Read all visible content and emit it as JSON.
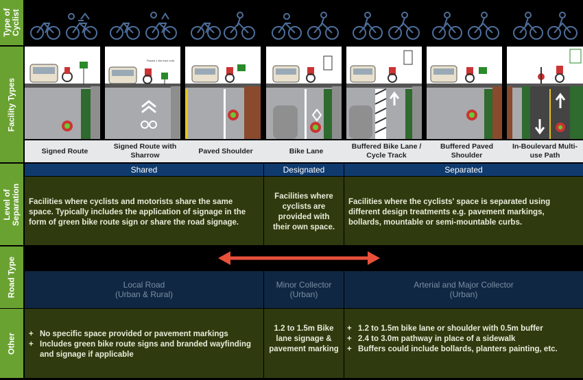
{
  "side_labels": {
    "cyclist": "Type of Cyclist",
    "facility": "Facility Types",
    "separation": "Level of Separation",
    "road": "Road Type",
    "other": "Other"
  },
  "facilities": [
    {
      "label": "Signed Route"
    },
    {
      "label": "Signed Route with Sharrow"
    },
    {
      "label": "Paved Shoulder"
    },
    {
      "label": "Bike Lane"
    },
    {
      "label": "Buffered Bike Lane / Cycle Track"
    },
    {
      "label": "Buffered Paved Shoulder"
    },
    {
      "label": "In-Boulevard Multi-use Path"
    }
  ],
  "separation": {
    "shared": {
      "title": "Shared",
      "text": "Facilities where cyclists and motorists share the same space. Typically includes the application of signage in the form of green bike route sign or share the road signage."
    },
    "designated": {
      "title": "Designated",
      "text": "Facilities where cyclists are provided with their own space."
    },
    "separated": {
      "title": "Separated",
      "text": "Facilities where the cyclists' space is separated using different design treatments e.g. pavement markings, bollards, mountable or semi-mountable curbs."
    }
  },
  "road_types": {
    "local": {
      "line1": "Local Road",
      "line2": "(Urban & Rural)"
    },
    "minor": {
      "line1": "Minor Collector",
      "line2": "(Urban)"
    },
    "arterial": {
      "line1": "Arterial and Major Collector",
      "line2": "(Urban)"
    }
  },
  "other": {
    "local": [
      "No specific space provided or pavement markings",
      "Includes green bike route signs and branded wayfinding and signage if applicable"
    ],
    "minor": "1.2 to 1.5m Bike lane signage & pavement marking",
    "arterial": [
      "1.2 to 1.5m bike lane or shoulder with 0.5m buffer",
      "2.4 to 3.0m pathway in place of a sidewalk",
      "Buffers could include bollards, planters painting, etc."
    ]
  },
  "panel_text": {
    "sharrow_sign_note": "Placed 1.5m from curb"
  },
  "colors": {
    "green_side": "#6aa232",
    "olive_cell": "#2f3a0f",
    "navy_bar": "#0f3a6e",
    "arrow": "#e8503a",
    "icon_blue": "#4e6f9c",
    "bike_lane_green": "#2f6a2f",
    "curb_brown": "#8a4a2e"
  }
}
